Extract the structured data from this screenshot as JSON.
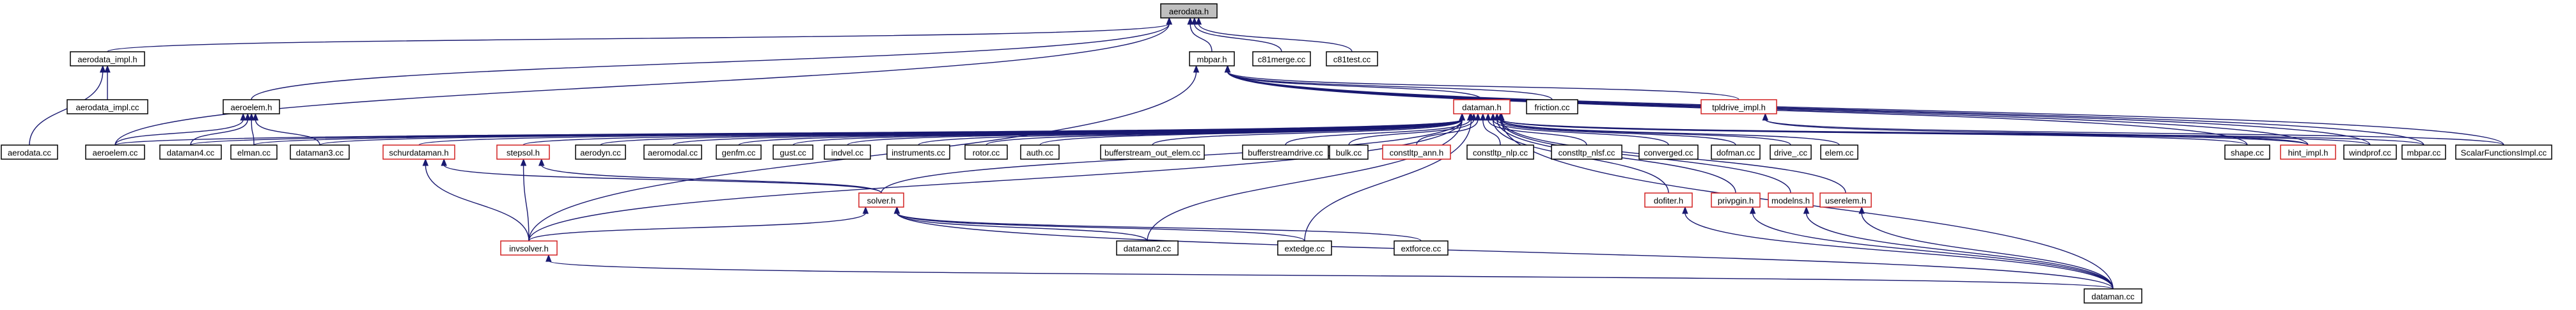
{
  "graph": {
    "nodes": [
      {
        "id": "aerodata_h",
        "label": "aerodata.h",
        "current": true
      },
      {
        "id": "aerodata_impl_h",
        "label": "aerodata_impl.h"
      },
      {
        "id": "mbpar_h",
        "label": "mbpar.h"
      },
      {
        "id": "c81merge_cc",
        "label": "c81merge.cc"
      },
      {
        "id": "c81test_cc",
        "label": "c81test.cc"
      },
      {
        "id": "aerodata_impl_cc",
        "label": "aerodata_impl.cc"
      },
      {
        "id": "aeroelem_h",
        "label": "aeroelem.h"
      },
      {
        "id": "dataman_h",
        "label": "dataman.h",
        "red": true
      },
      {
        "id": "friction_cc",
        "label": "friction.cc"
      },
      {
        "id": "tpldrive_impl_h",
        "label": "tpldrive_impl.h",
        "red": true
      },
      {
        "id": "aerodata_cc",
        "label": "aerodata.cc"
      },
      {
        "id": "aeroelem_cc",
        "label": "aeroelem.cc"
      },
      {
        "id": "dataman4_cc",
        "label": "dataman4.cc"
      },
      {
        "id": "elman_cc",
        "label": "elman.cc"
      },
      {
        "id": "dataman3_cc",
        "label": "dataman3.cc"
      },
      {
        "id": "schurdataman_h",
        "label": "schurdataman.h",
        "red": true
      },
      {
        "id": "stepsol_h",
        "label": "stepsol.h",
        "red": true
      },
      {
        "id": "aerodyn_cc",
        "label": "aerodyn.cc"
      },
      {
        "id": "aeromodal_cc",
        "label": "aeromodal.cc"
      },
      {
        "id": "genfm_cc",
        "label": "genfm.cc"
      },
      {
        "id": "gust_cc",
        "label": "gust.cc"
      },
      {
        "id": "indvel_cc",
        "label": "indvel.cc"
      },
      {
        "id": "instruments_cc",
        "label": "instruments.cc"
      },
      {
        "id": "rotor_cc",
        "label": "rotor.cc"
      },
      {
        "id": "auth_cc",
        "label": "auth.cc"
      },
      {
        "id": "bufferstream_out_elem_cc",
        "label": "bufferstream_out_elem.cc"
      },
      {
        "id": "bufferstreamdrive_cc",
        "label": "bufferstreamdrive.cc"
      },
      {
        "id": "bulk_cc",
        "label": "bulk.cc"
      },
      {
        "id": "constltp_ann_h",
        "label": "constltp_ann.h",
        "red": true
      },
      {
        "id": "constltp_nlp_cc",
        "label": "constltp_nlp.cc"
      },
      {
        "id": "constltp_nlsf_cc",
        "label": "constltp_nlsf.cc"
      },
      {
        "id": "converged_cc",
        "label": "converged.cc"
      },
      {
        "id": "dofman_cc",
        "label": "dofman.cc"
      },
      {
        "id": "drive_cc",
        "label": "drive_.cc"
      },
      {
        "id": "elem_cc",
        "label": "elem.cc"
      },
      {
        "id": "shape_cc",
        "label": "shape.cc"
      },
      {
        "id": "hint_impl_h",
        "label": "hint_impl.h",
        "red": true
      },
      {
        "id": "windprof_cc",
        "label": "windprof.cc"
      },
      {
        "id": "mbpar_cc",
        "label": "mbpar.cc"
      },
      {
        "id": "scalarfunctionsimpl_cc",
        "label": "ScalarFunctionsImpl.cc"
      },
      {
        "id": "solver_h",
        "label": "solver.h",
        "red": true
      },
      {
        "id": "dofiter_h",
        "label": "dofiter.h",
        "red": true
      },
      {
        "id": "privpgin_h",
        "label": "privpgin.h",
        "red": true
      },
      {
        "id": "modelns_h",
        "label": "modelns.h",
        "red": true
      },
      {
        "id": "userelem_h",
        "label": "userelem.h",
        "red": true
      },
      {
        "id": "invsolver_h",
        "label": "invsolver.h",
        "red": true
      },
      {
        "id": "dataman2_cc",
        "label": "dataman2.cc"
      },
      {
        "id": "extedge_cc",
        "label": "extedge.cc"
      },
      {
        "id": "extforce_cc",
        "label": "extforce.cc"
      },
      {
        "id": "dataman_cc",
        "label": "dataman.cc"
      }
    ],
    "edges": [
      [
        "aerodata_h",
        "aerodata_impl_h"
      ],
      [
        "aerodata_h",
        "mbpar_h"
      ],
      [
        "aerodata_h",
        "c81merge_cc"
      ],
      [
        "aerodata_h",
        "c81test_cc"
      ],
      [
        "aerodata_h",
        "aeroelem_h"
      ],
      [
        "aerodata_h",
        "aeroelem_cc"
      ],
      [
        "aerodata_impl_h",
        "aerodata_impl_cc"
      ],
      [
        "aerodata_impl_h",
        "aerodata_cc"
      ],
      [
        "mbpar_h",
        "dataman_h"
      ],
      [
        "mbpar_h",
        "friction_cc"
      ],
      [
        "mbpar_h",
        "tpldrive_impl_h"
      ],
      [
        "mbpar_h",
        "shape_cc"
      ],
      [
        "mbpar_h",
        "hint_impl_h"
      ],
      [
        "mbpar_h",
        "windprof_cc"
      ],
      [
        "mbpar_h",
        "mbpar_cc"
      ],
      [
        "mbpar_h",
        "scalarfunctionsimpl_cc"
      ],
      [
        "mbpar_h",
        "invsolver_h"
      ],
      [
        "aeroelem_h",
        "aeroelem_cc"
      ],
      [
        "aeroelem_h",
        "dataman4_cc"
      ],
      [
        "aeroelem_h",
        "elman_cc"
      ],
      [
        "aeroelem_h",
        "dataman3_cc"
      ],
      [
        "tpldrive_impl_h",
        "hint_impl_h"
      ],
      [
        "tpldrive_impl_h",
        "scalarfunctionsimpl_cc"
      ],
      [
        "dataman_h",
        "aeroelem_cc"
      ],
      [
        "dataman_h",
        "dataman4_cc"
      ],
      [
        "dataman_h",
        "elman_cc"
      ],
      [
        "dataman_h",
        "dataman3_cc"
      ],
      [
        "dataman_h",
        "schurdataman_h"
      ],
      [
        "dataman_h",
        "stepsol_h"
      ],
      [
        "dataman_h",
        "aerodyn_cc"
      ],
      [
        "dataman_h",
        "aeromodal_cc"
      ],
      [
        "dataman_h",
        "genfm_cc"
      ],
      [
        "dataman_h",
        "gust_cc"
      ],
      [
        "dataman_h",
        "indvel_cc"
      ],
      [
        "dataman_h",
        "instruments_cc"
      ],
      [
        "dataman_h",
        "rotor_cc"
      ],
      [
        "dataman_h",
        "auth_cc"
      ],
      [
        "dataman_h",
        "bufferstream_out_elem_cc"
      ],
      [
        "dataman_h",
        "bufferstreamdrive_cc"
      ],
      [
        "dataman_h",
        "bulk_cc"
      ],
      [
        "dataman_h",
        "constltp_ann_h"
      ],
      [
        "dataman_h",
        "constltp_nlp_cc"
      ],
      [
        "dataman_h",
        "constltp_nlsf_cc"
      ],
      [
        "dataman_h",
        "converged_cc"
      ],
      [
        "dataman_h",
        "dofman_cc"
      ],
      [
        "dataman_h",
        "drive_cc"
      ],
      [
        "dataman_h",
        "elem_cc"
      ],
      [
        "dataman_h",
        "shape_cc"
      ],
      [
        "dataman_h",
        "hint_impl_h"
      ],
      [
        "dataman_h",
        "windprof_cc"
      ],
      [
        "dataman_h",
        "mbpar_cc"
      ],
      [
        "dataman_h",
        "dofiter_h"
      ],
      [
        "dataman_h",
        "privpgin_h"
      ],
      [
        "dataman_h",
        "modelns_h"
      ],
      [
        "dataman_h",
        "userelem_h"
      ],
      [
        "dataman_h",
        "invsolver_h"
      ],
      [
        "dataman_h",
        "solver_h"
      ],
      [
        "dataman_h",
        "dataman2_cc"
      ],
      [
        "dataman_h",
        "extedge_cc"
      ],
      [
        "dataman_h",
        "dataman_cc"
      ],
      [
        "schurdataman_h",
        "solver_h"
      ],
      [
        "schurdataman_h",
        "invsolver_h"
      ],
      [
        "stepsol_h",
        "solver_h"
      ],
      [
        "stepsol_h",
        "invsolver_h"
      ],
      [
        "solver_h",
        "invsolver_h"
      ],
      [
        "solver_h",
        "dataman2_cc"
      ],
      [
        "solver_h",
        "extedge_cc"
      ],
      [
        "solver_h",
        "extforce_cc"
      ],
      [
        "solver_h",
        "dataman_cc"
      ],
      [
        "invsolver_h",
        "dataman_cc"
      ],
      [
        "dofiter_h",
        "dataman_cc"
      ],
      [
        "privpgin_h",
        "dataman_cc"
      ],
      [
        "modelns_h",
        "dataman_cc"
      ],
      [
        "userelem_h",
        "dataman_cc"
      ]
    ]
  }
}
